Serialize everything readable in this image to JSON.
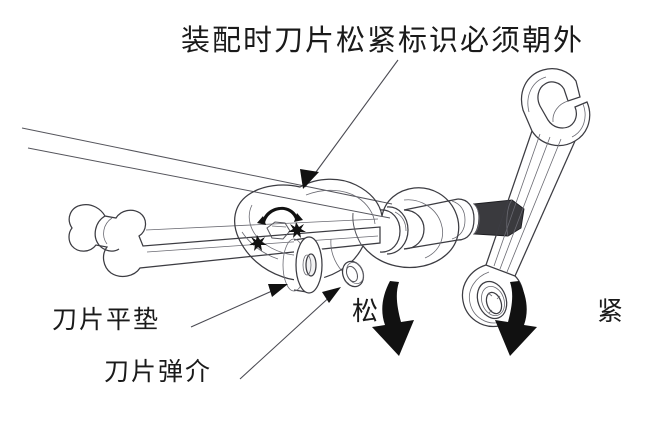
{
  "diagram": {
    "kind": "assembly-instruction-line-drawing",
    "background_color": "#ffffff",
    "line_color": "#3c3c42",
    "arrow_color": "#111111",
    "text_color": "#1a1a1a"
  },
  "title": {
    "text": "装配时刀片松紧标识必须朝外"
  },
  "callouts": [
    {
      "id": "flat-washer",
      "text": "刀片平垫"
    },
    {
      "id": "spring-washer",
      "text": "刀片弹介"
    }
  ],
  "direction_labels": [
    {
      "id": "loosen",
      "text": "松"
    },
    {
      "id": "tighten",
      "text": "紧"
    }
  ],
  "parts": [
    {
      "id": "thin-wrench",
      "name": "open-end-wrench"
    },
    {
      "id": "spindle-shaft",
      "name": "threaded-spindle-shaft"
    },
    {
      "id": "blade",
      "name": "curved-cutter-blade"
    },
    {
      "id": "hex-marking",
      "name": "blade-tightness-marking"
    },
    {
      "id": "flat-washer-part",
      "name": "flat-washer"
    },
    {
      "id": "spring-washer-part",
      "name": "spring-washer"
    },
    {
      "id": "combination-wrench",
      "name": "combination-wrench"
    }
  ]
}
